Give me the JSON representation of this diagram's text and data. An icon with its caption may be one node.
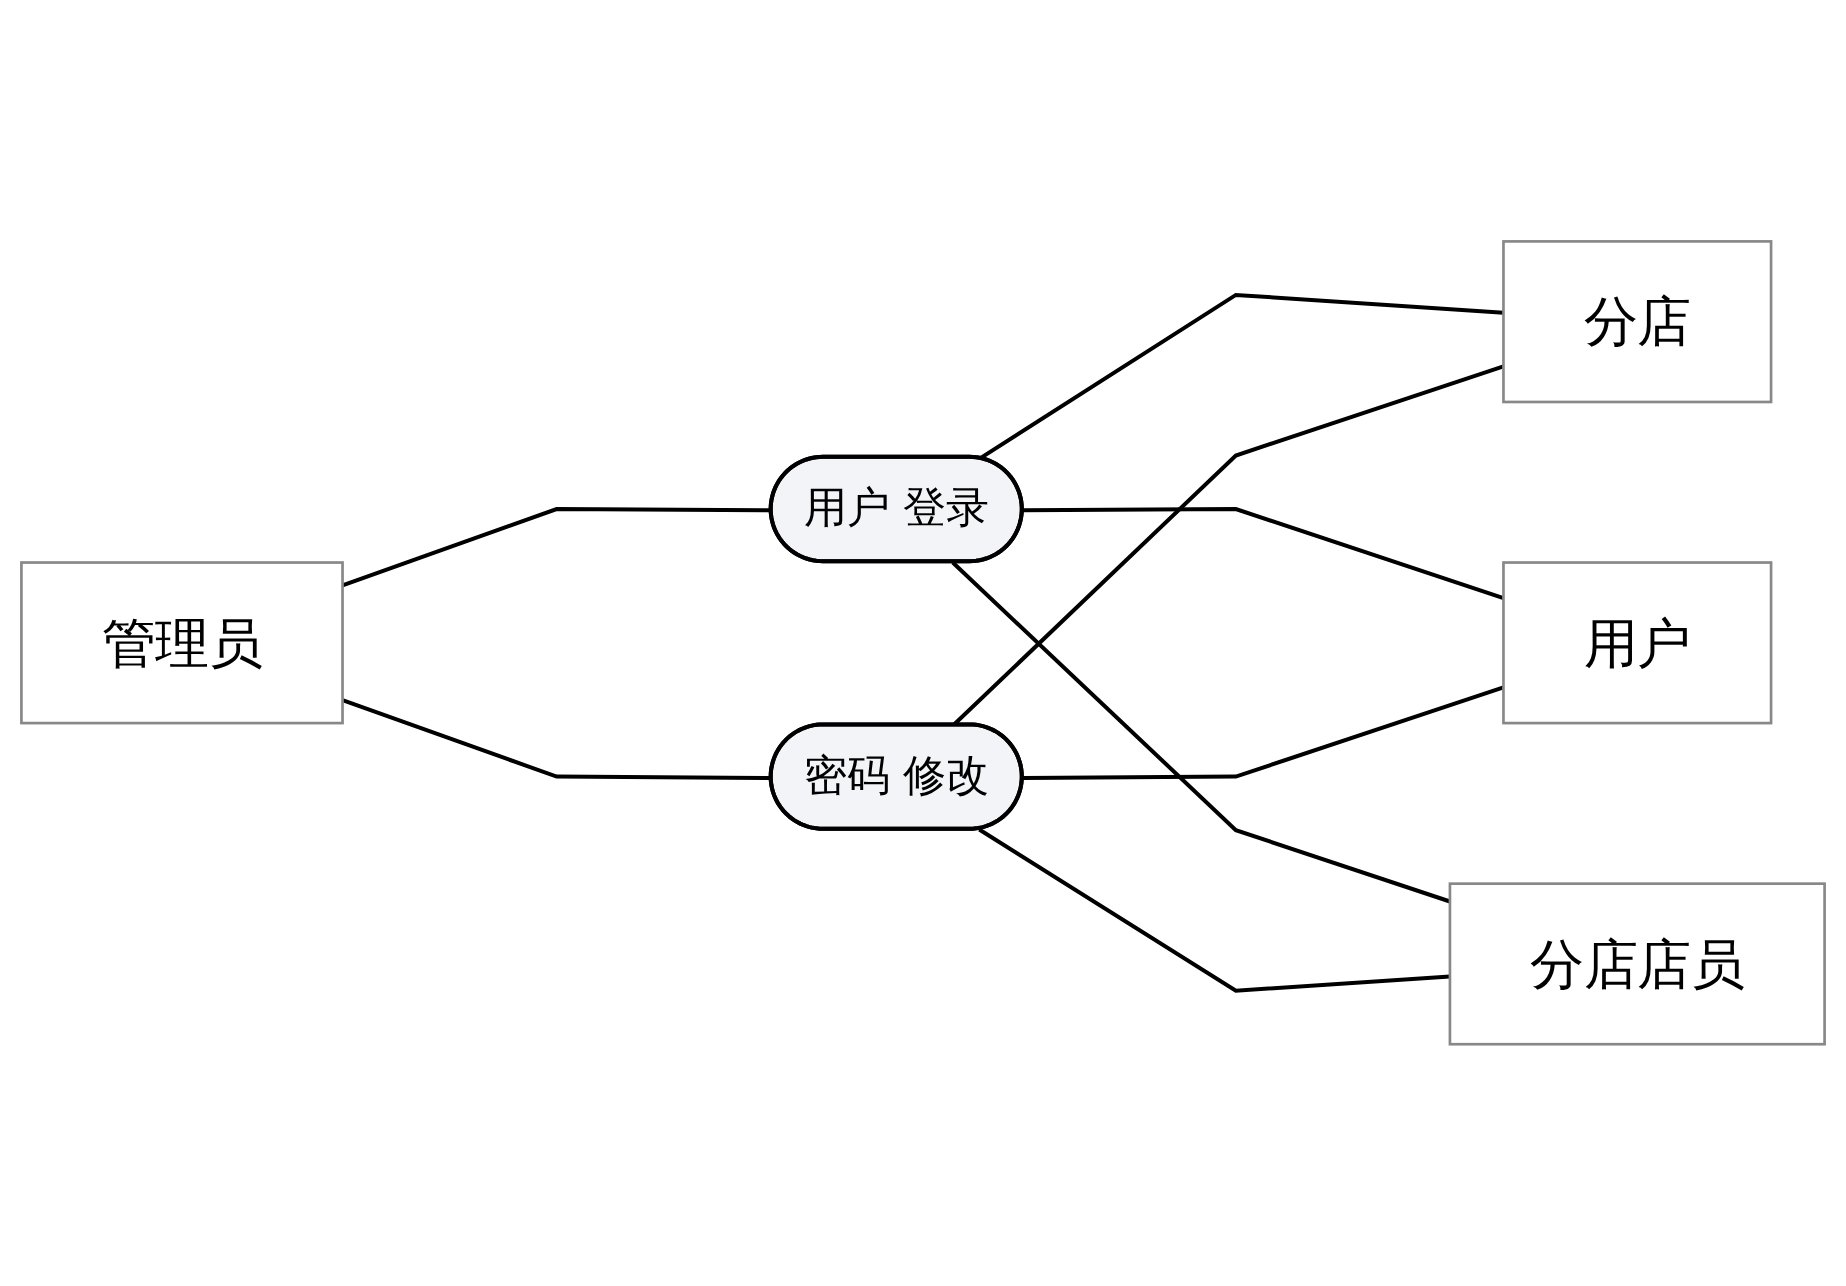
{
  "diagram": {
    "nodes": [
      {
        "text": [
          "管理员"
        ]
      },
      {
        "text": [
          "用户 登录"
        ]
      },
      {
        "text": [
          "密码 修改"
        ]
      },
      {
        "text": [
          "分店"
        ]
      },
      {
        "text": [
          "用户"
        ]
      },
      {
        "text": [
          "分店店员"
        ]
      }
    ],
    "edges": [
      {
        "from": 0,
        "to": 1,
        "arrow": "none"
      },
      {
        "from": 0,
        "to": 2,
        "arrow": "none"
      },
      {
        "from": 1,
        "to": 3,
        "arrow": "none"
      },
      {
        "from": 2,
        "to": 3,
        "arrow": "none"
      },
      {
        "from": 1,
        "to": 4,
        "arrow": "none"
      },
      {
        "from": 2,
        "to": 4,
        "arrow": "none"
      },
      {
        "from": 1,
        "to": 5,
        "arrow": "none"
      },
      {
        "from": 2,
        "to": 5,
        "arrow": "none"
      }
    ]
  }
}
